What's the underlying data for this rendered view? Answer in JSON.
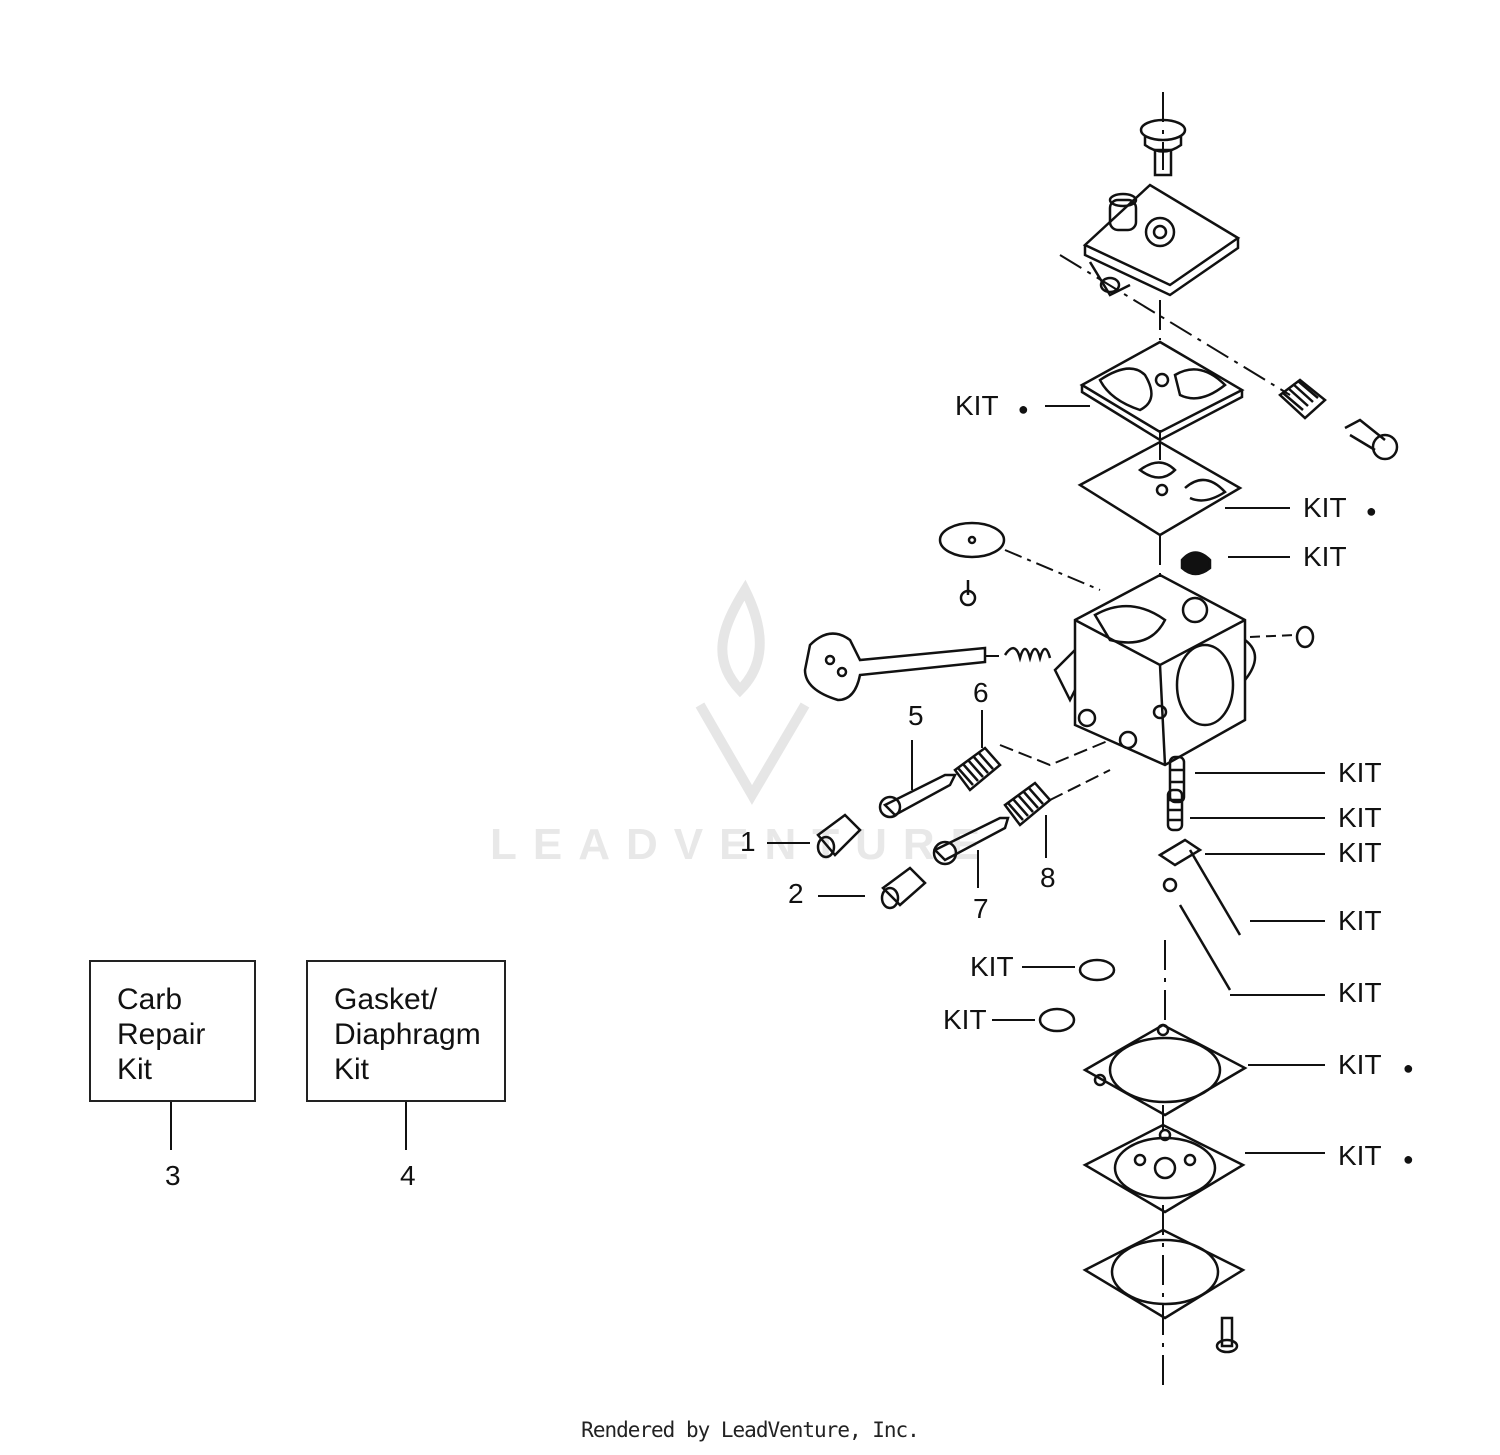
{
  "watermark": "LEADVENTURE",
  "footer": "Rendered by LeadVenture, Inc.",
  "kit_boxes": [
    {
      "lines": [
        "Carb",
        "Repair",
        "Kit"
      ],
      "ref": "3"
    },
    {
      "lines": [
        "Gasket/",
        "Diaphragm",
        "Kit"
      ],
      "ref": "4"
    }
  ],
  "callouts": {
    "n1": "1",
    "n2": "2",
    "n5": "5",
    "n6": "6",
    "n7": "7",
    "n8": "8",
    "kit": "KIT",
    "dot": "●"
  }
}
